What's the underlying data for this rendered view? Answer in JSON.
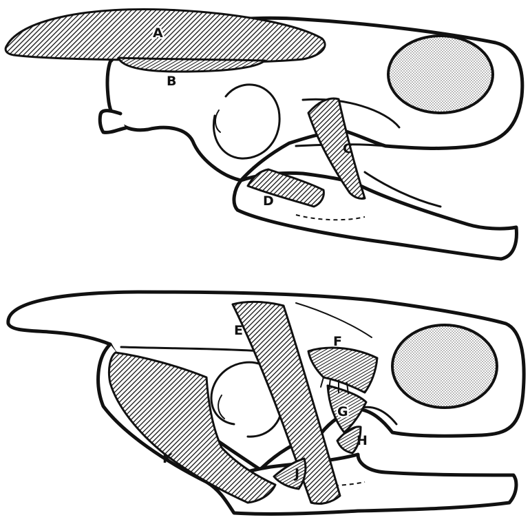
{
  "labels": {
    "A": "A",
    "B": "B",
    "C": "C",
    "D": "D",
    "E": "E",
    "F": "F",
    "G": "G",
    "H": "H",
    "J": "J",
    "K": "K"
  },
  "colors": {
    "ink": "#111111",
    "background": "#ffffff",
    "stipple": "#8a8a8a"
  }
}
